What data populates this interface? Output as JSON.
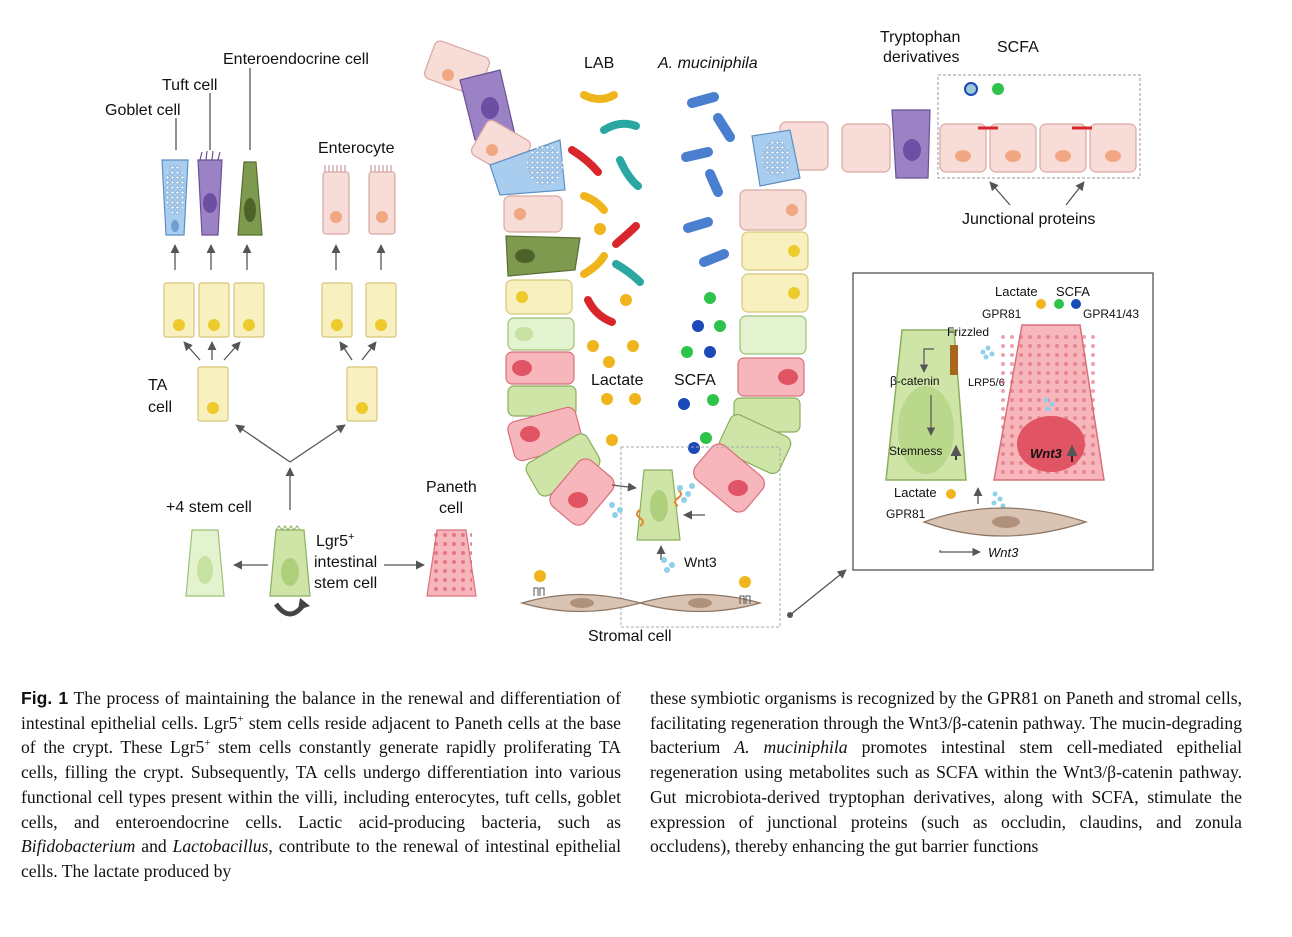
{
  "figure": {
    "labels": {
      "goblet": "Goblet cell",
      "tuft": "Tuft cell",
      "enteroendocrine": "Enteroendocrine cell",
      "enterocyte": "Enterocyte",
      "ta_line1": "TA",
      "ta_line2": "cell",
      "stem4": "+4 stem cell",
      "lgr5_line1": "Lgr5",
      "lgr5_sup": "+",
      "lgr5_line2": "intestinal",
      "lgr5_line3": "stem cell",
      "paneth_line1": "Paneth",
      "paneth_line2": "cell",
      "lab": "LAB",
      "akk": "A. muciniphila",
      "lactate": "Lactate",
      "scfa": "SCFA",
      "wnt3": "Wnt3",
      "stromal": "Stromal cell",
      "tryp_line1": "Tryptophan",
      "tryp_line2": "derivatives",
      "scfa_top": "SCFA",
      "junctional": "Junctional proteins",
      "inset_lactate": "Lactate",
      "inset_scfa": "SCFA",
      "gpr81": "GPR81",
      "gpr4143": "GPR41/43",
      "frizzled": "Frizzled",
      "lrp": "LRP5/6",
      "bcatenin": "β-catenin",
      "stemness": "Stemness",
      "wnt3_inset": "Wnt3",
      "inset_lactate2": "Lactate",
      "gpr81_2": "GPR81",
      "wnt3_bottom": "Wnt3"
    },
    "colors": {
      "goblet": "#a9cdef",
      "tuft": "#9b82c4",
      "enteroendocrine": "#7e9a4f",
      "enterocyte": "#f7dcd8",
      "ta": "#f8f0bf",
      "stem": "#cfe5a8",
      "paneth": "#ef8f97",
      "lab_yellow": "#f0b51c",
      "lab_red": "#d8262b",
      "lab_teal": "#2aa7a0",
      "akk_blue": "#4a7fd0",
      "scfa_green": "#2ec34b",
      "scfa_blue": "#1c49b8",
      "stromal": "#d9c3b3"
    }
  },
  "caption": {
    "fig_label": "Fig. 1",
    "left_p1": "The process of maintaining the balance in the renewal and differentiation of intestinal epithelial cells. Lgr5",
    "sup1": "+",
    "left_p2": " stem cells reside adjacent to Paneth cells at the base of the crypt. These Lgr5",
    "sup2": "+",
    "left_p3": " stem cells constantly generate rapidly proliferating TA cells, filling the crypt. Subsequently, TA cells undergo differentiation into various functional cell types present within the villi, including enterocytes, tuft cells, goblet cells, and enteroendocrine cells. Lactic acid-producing bacteria, such as ",
    "bifido": "Bifidobacterium",
    "and": " and ",
    "lacto": "Lactobacillus",
    "left_p4": ", contribute to the renewal of intestinal epithelial cells. The lactate produced by",
    "right_p1": "these symbiotic organisms is recognized by the GPR81 on Paneth and stromal cells, facilitating regeneration through the Wnt3/β-catenin pathway. The mucin-degrading bacterium ",
    "akk": "A. muciniphila",
    "right_p2": " promotes intestinal stem cell-mediated epithelial regeneration using metabolites such as SCFA within the Wnt3/β-catenin pathway. Gut microbiota-derived tryptophan derivatives, along with SCFA, stimulate the expression of junctional proteins (such as occludin, claudins, and zonula occludens), thereby enhancing the gut barrier functions"
  }
}
